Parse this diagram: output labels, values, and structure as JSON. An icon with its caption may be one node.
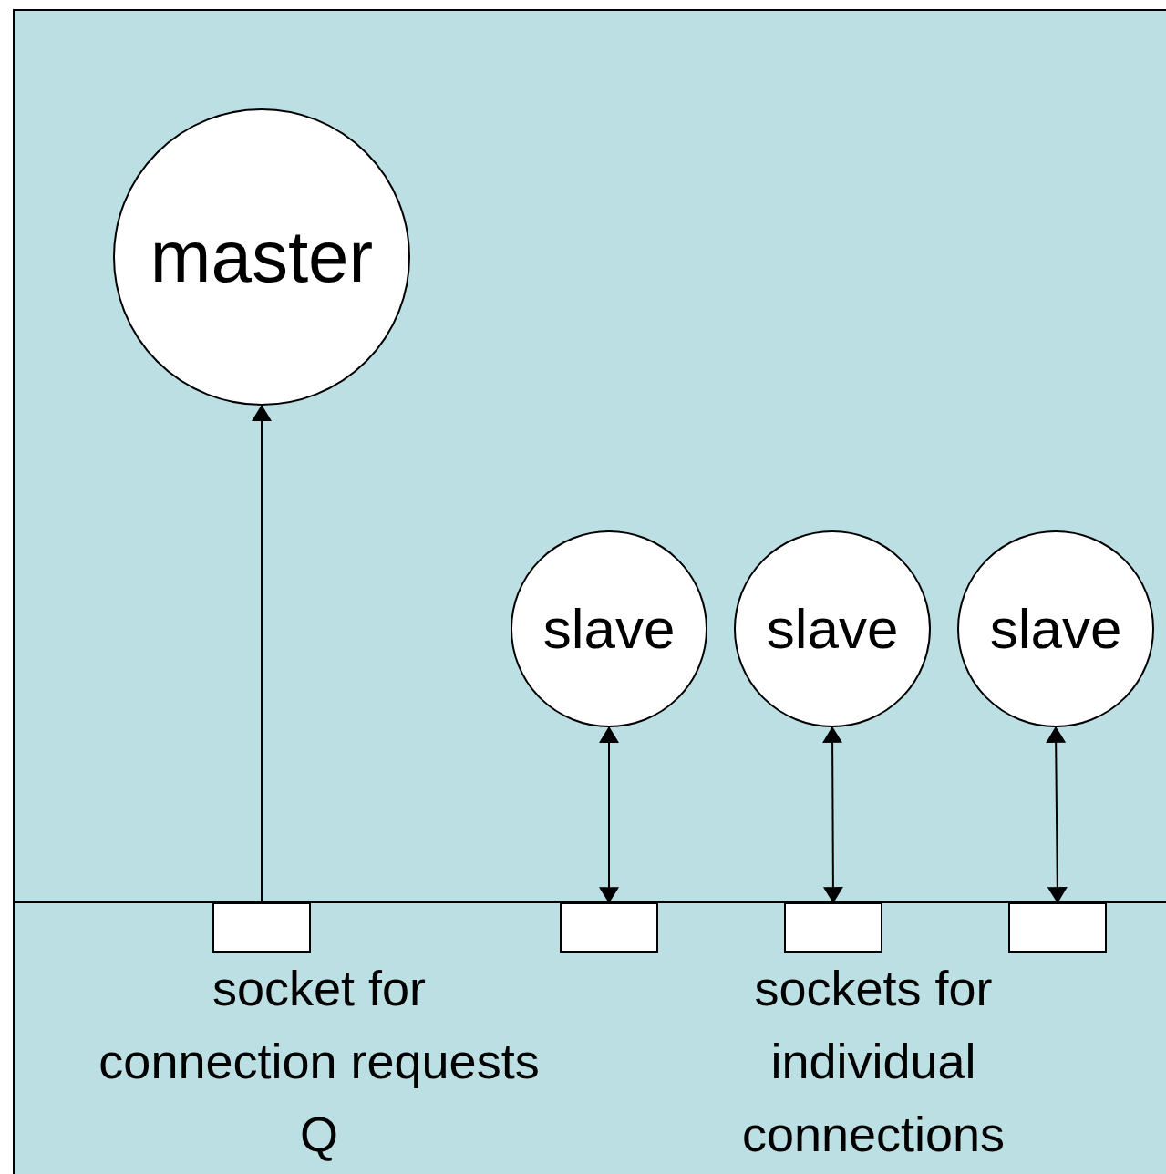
{
  "diagram": {
    "nodes": [
      {
        "text": [
          "master"
        ]
      },
      {
        "text": [
          "slave"
        ]
      },
      {
        "text": [
          "slave"
        ]
      },
      {
        "text": [
          "slave"
        ]
      },
      {
        "text": [],
        "shape": "box"
      },
      {
        "text": [],
        "shape": "box"
      },
      {
        "text": [],
        "shape": "box"
      },
      {
        "text": [],
        "shape": "box"
      }
    ],
    "edges": [
      {
        "from": 4,
        "to": 0,
        "arrow": "to"
      },
      {
        "from": 5,
        "to": 1,
        "arrow": "both"
      },
      {
        "from": 6,
        "to": 2,
        "arrow": "both"
      },
      {
        "from": 7,
        "to": 3,
        "arrow": "both"
      }
    ],
    "labels": [
      "socket for connection requests Q",
      "sockets for individual connections"
    ]
  }
}
